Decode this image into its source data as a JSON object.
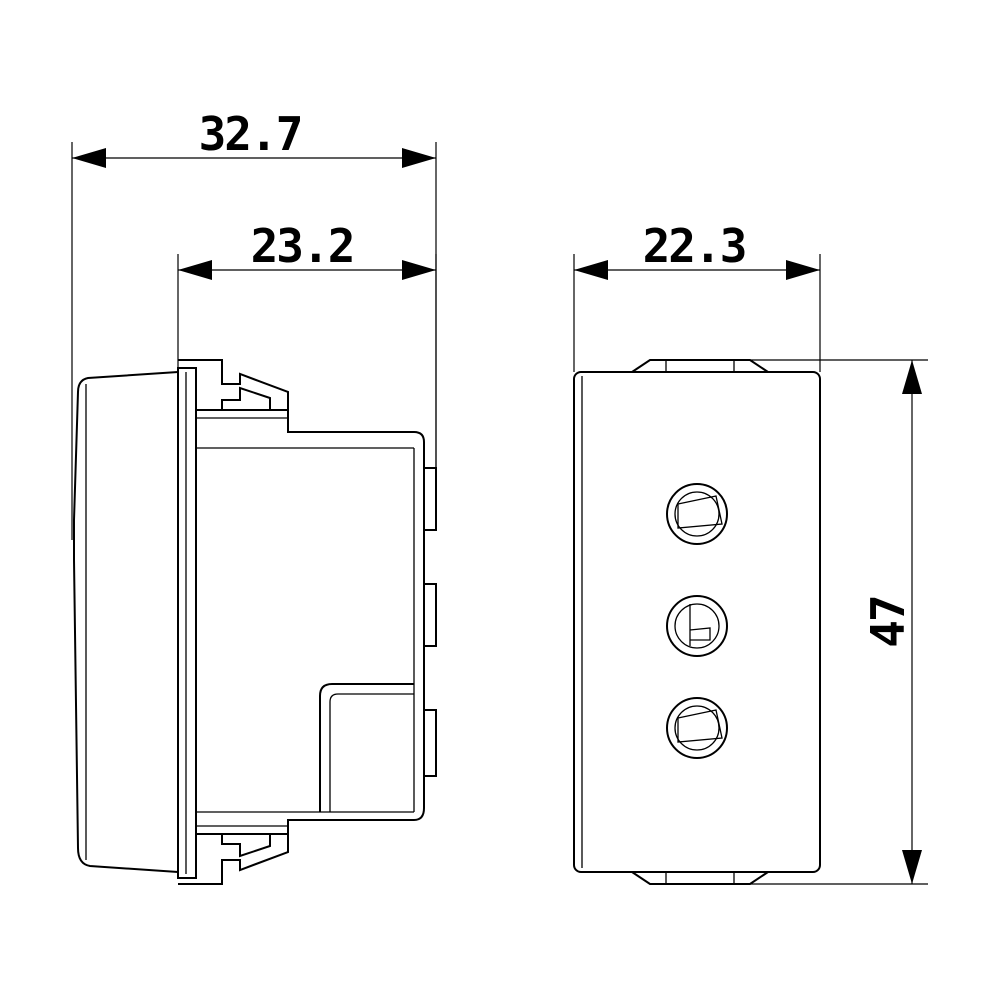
{
  "dimensions": {
    "overall_depth": "32.7",
    "body_depth": "23.2",
    "front_width": "22.3",
    "front_height": "47"
  }
}
